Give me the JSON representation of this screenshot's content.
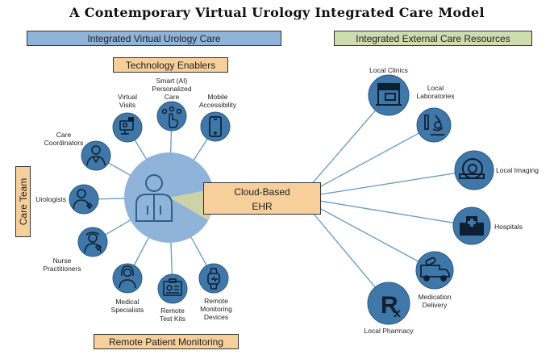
{
  "title": "A Contemporary Virtual Urology Integrated Care Model",
  "headers": {
    "integrated_virtual": "Integrated Virtual Urology Care",
    "integrated_external": "Integrated External Care Resources",
    "technology_enablers": "Technology Enablers",
    "care_team": "Care Team",
    "remote_monitoring": "Remote Patient Monitoring"
  },
  "ehr": {
    "line1": "Cloud-Based",
    "line2": "EHR"
  },
  "nodes": {
    "virtual_visits": [
      "Virtual",
      "Visits"
    ],
    "smart_ai": [
      "Smart (AI)",
      "Personalized",
      "Care"
    ],
    "mobile": [
      "Mobile",
      "Accessibility"
    ],
    "care_coordinators": [
      "Care",
      "Coordinators"
    ],
    "urologists": [
      "Urologists"
    ],
    "nurse_practitioners": [
      "Nurse",
      "Practitioners"
    ],
    "medical_specialists": [
      "Medical",
      "Specialists"
    ],
    "remote_test_kits": [
      "Remote",
      "Test Kits"
    ],
    "remote_monitoring_devices": [
      "Remote",
      "Monitoring",
      "Devices"
    ],
    "local_clinics": [
      "Local Clinics"
    ],
    "local_laboratories": [
      "Local",
      "Laboratories"
    ],
    "local_imaging": [
      "Local Imaging"
    ],
    "hospitals": [
      "Hospitals"
    ],
    "medication_delivery": [
      "Medication",
      "Delivery"
    ],
    "local_pharmacy": [
      "Local Pharmacy"
    ]
  },
  "icons": {
    "virtual_visits": "video-call-icon",
    "smart_ai": "ai-touch-icon",
    "mobile": "smartphone-icon",
    "care_coordinators": "coordinator-icon",
    "urologists": "doctor-icon",
    "nurse_practitioners": "nurse-icon",
    "medical_specialists": "specialist-icon",
    "remote_test_kits": "test-kit-icon",
    "remote_monitoring_devices": "smartwatch-icon",
    "local_clinics": "clinic-icon",
    "local_laboratories": "microscope-icon",
    "local_imaging": "ct-scanner-icon",
    "hospitals": "hospital-icon",
    "medication_delivery": "ambulance-icon",
    "local_pharmacy": "rx-icon"
  },
  "colors": {
    "node_fill": "#3f77a8",
    "hub_fill": "#8fb3d9",
    "line": "#6f9fc8",
    "wedge": "#cdd3a6",
    "blue_header": "#8fb3d9",
    "green_header": "#cfdcb0",
    "orange_box": "#f6cf9a"
  }
}
